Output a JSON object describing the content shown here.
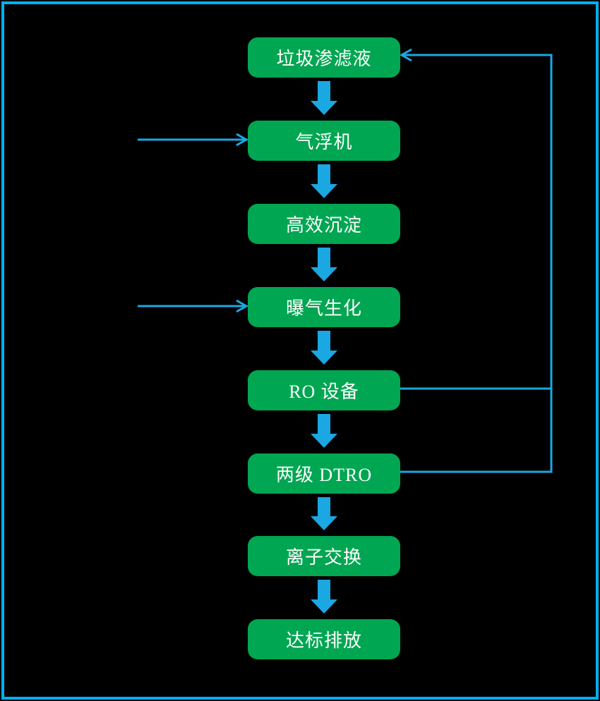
{
  "diagram": {
    "type": "flowchart",
    "background_color": "#000000",
    "frame_color": "#00b0f0",
    "node_fill_color": "#00a651",
    "node_text_color": "#ffffff",
    "connector_color": "#1ba7e2",
    "nodes": [
      {
        "id": "leachate",
        "label": "垃圾渗滤液"
      },
      {
        "id": "air-flotation",
        "label": "气浮机"
      },
      {
        "id": "high-efficiency-sedimentation",
        "label": "高效沉淀"
      },
      {
        "id": "aeration-biochemical",
        "label": "曝气生化"
      },
      {
        "id": "ro-equipment",
        "label": "RO 设备"
      },
      {
        "id": "two-stage-dtro",
        "label": "两级 DTRO"
      },
      {
        "id": "ion-exchange",
        "label": "离子交换"
      },
      {
        "id": "compliant-discharge",
        "label": "达标排放"
      }
    ],
    "edges": [
      {
        "from": "垃圾渗滤液",
        "to": "气浮机",
        "type": "flow"
      },
      {
        "from": "气浮机",
        "to": "高效沉淀",
        "type": "flow"
      },
      {
        "from": "高效沉淀",
        "to": "曝气生化",
        "type": "flow"
      },
      {
        "from": "曝气生化",
        "to": "RO 设备",
        "type": "flow"
      },
      {
        "from": "RO 设备",
        "to": "两级 DTRO",
        "type": "flow"
      },
      {
        "from": "两级 DTRO",
        "to": "离子交换",
        "type": "flow"
      },
      {
        "from": "离子交换",
        "to": "达标排放",
        "type": "flow"
      },
      {
        "from": "RO 设备",
        "to": "垃圾渗滤液",
        "type": "recycle-return"
      },
      {
        "from": "两级 DTRO",
        "to": "垃圾渗滤液",
        "type": "recycle-return"
      },
      {
        "from": "external-left",
        "to": "气浮机",
        "type": "inflow"
      },
      {
        "from": "external-left",
        "to": "曝气生化",
        "type": "inflow"
      }
    ]
  }
}
